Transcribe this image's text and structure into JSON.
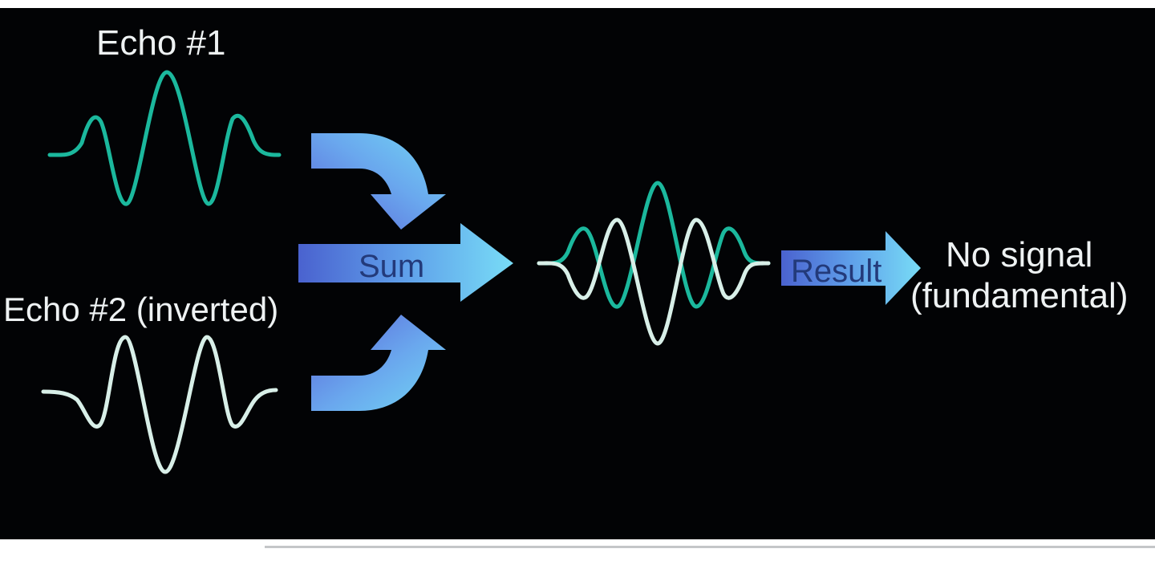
{
  "labels": {
    "echo1": "Echo #1",
    "echo2": "Echo #2 (inverted)",
    "sum": "Sum",
    "result": "Result",
    "outcome_line1": "No signal",
    "outcome_line2": "(fundamental)"
  },
  "colors": {
    "background": "#020305",
    "echo1_wave": "#1bb89d",
    "echo2_wave": "#d8efe8",
    "label_text": "#eef2f3",
    "arrow_light": "#6fd3f2",
    "arrow_mid": "#5d8ee8",
    "arrow_dark": "#4255c6",
    "arrow_text": "#233a7a"
  }
}
